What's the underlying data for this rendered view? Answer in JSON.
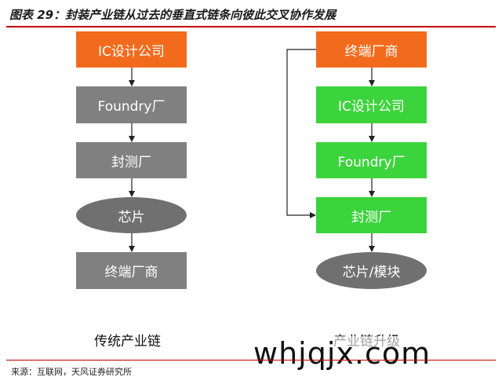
{
  "title": "图表 29：封装产业链从过去的垂直式链条向彼此交叉协作发展",
  "left": {
    "boxes": [
      "IC设计公司",
      "Foundry厂",
      "封测厂",
      "芯片",
      "终端厂商"
    ],
    "caption": "传统产业链"
  },
  "right": {
    "boxes": [
      "终端厂商",
      "IC设计公司",
      "Foundry厂",
      "封测厂",
      "芯片/模块"
    ],
    "caption": "产业链升级"
  },
  "source": "来源：互联网，天风证券研究所",
  "watermark": "whjqjx.com",
  "colors": {
    "orange": "#f26b1d",
    "gray": "#808080",
    "green": "#3cd43c",
    "rule": "#c00000"
  }
}
